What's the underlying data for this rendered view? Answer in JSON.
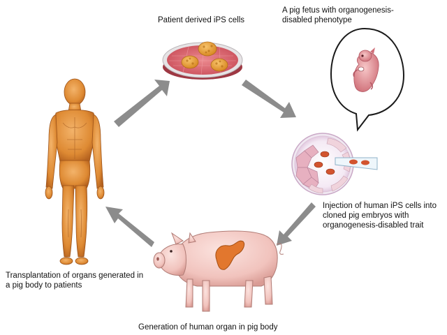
{
  "labels": {
    "cells": "Patient derived iPS cells",
    "fetus": "A pig fetus with organogenesis-disabled phenotype",
    "injection": "Injection of human iPS cells into cloned pig embryos with organogenesis-disabled trait",
    "generation": "Generation of  human organ in pig body",
    "transplant": "Transplantation of organs generated in a pig body to patients"
  },
  "colors": {
    "arrow": "#8c8c8c",
    "skin": "#e0892f",
    "pig": "#f2c7c1",
    "organ": "#e2772e",
    "dish": "#d8606a",
    "embryo": "#e6a7b4"
  }
}
